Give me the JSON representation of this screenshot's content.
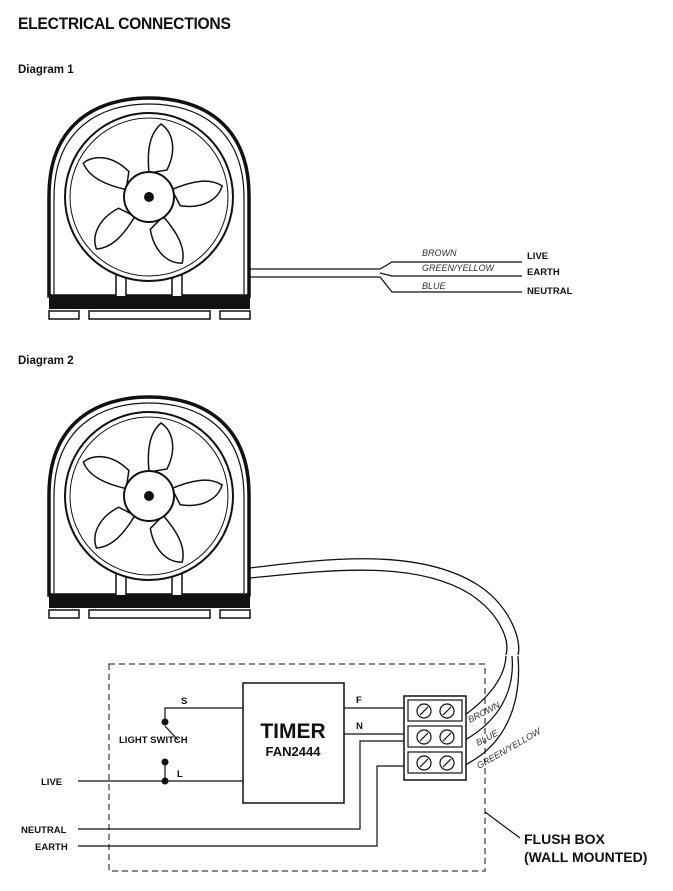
{
  "title": "ELECTRICAL CONNECTIONS",
  "diagram1": {
    "heading": "Diagram 1",
    "wire_colors": [
      "BROWN",
      "GREEN/YELLOW",
      "BLUE"
    ],
    "terminals": [
      "LIVE",
      "EARTH",
      "NEUTRAL"
    ]
  },
  "diagram2": {
    "heading": "Diagram 2",
    "timer_title": "TIMER",
    "timer_model": "FAN2444",
    "switch_label": "LIGHT SWITCH",
    "pin_s": "S",
    "pin_l": "L",
    "pin_f": "F",
    "pin_n": "N",
    "live": "LIVE",
    "neutral": "NEUTRAL",
    "earth": "EARTH",
    "cable_brown": "BROWN",
    "cable_blue": "BLUE",
    "cable_gy": "GREEN/YELLOW",
    "flush_line1": "FLUSH BOX",
    "flush_line2": "(WALL MOUNTED)"
  }
}
